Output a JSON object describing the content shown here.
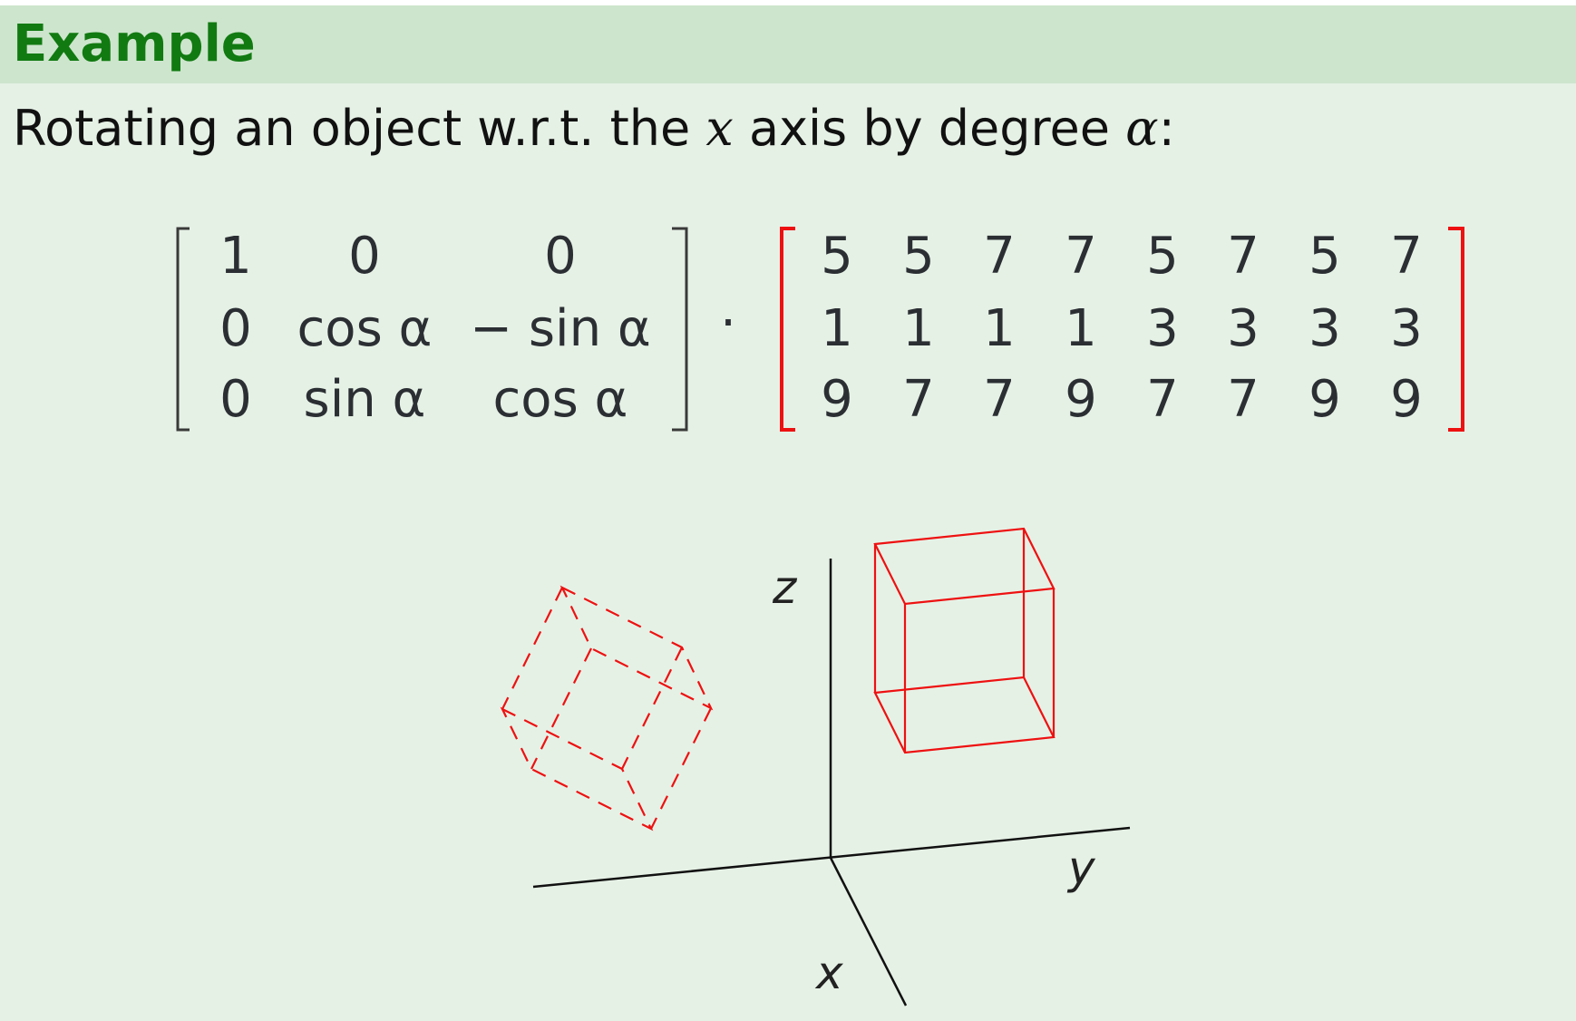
{
  "block": {
    "title": "Example",
    "intro_text": "Rotating an object w.r.t. the ",
    "intro_var": "x",
    "intro_mid": " axis by degree ",
    "intro_angle": "α",
    "intro_end": ":"
  },
  "rotation_matrix": {
    "rows": [
      [
        "1",
        "0",
        "0"
      ],
      [
        "0",
        "cos α",
        "− sin α"
      ],
      [
        "0",
        "sin α",
        "cos α"
      ]
    ]
  },
  "dot": "·",
  "points_matrix": {
    "rows": [
      [
        "5",
        "5",
        "7",
        "7",
        "5",
        "7",
        "5",
        "7"
      ],
      [
        "1",
        "1",
        "1",
        "1",
        "3",
        "3",
        "3",
        "3"
      ],
      [
        "9",
        "7",
        "7",
        "9",
        "7",
        "7",
        "9",
        "9"
      ]
    ]
  },
  "axes": {
    "x": "x",
    "y": "y",
    "z": "z"
  },
  "colors": {
    "object": "#ee1111",
    "matrix_text": "#2b2f33",
    "title": "#117a11",
    "block_bg": "#e6f1e6",
    "title_bg": "#cde5cd"
  }
}
